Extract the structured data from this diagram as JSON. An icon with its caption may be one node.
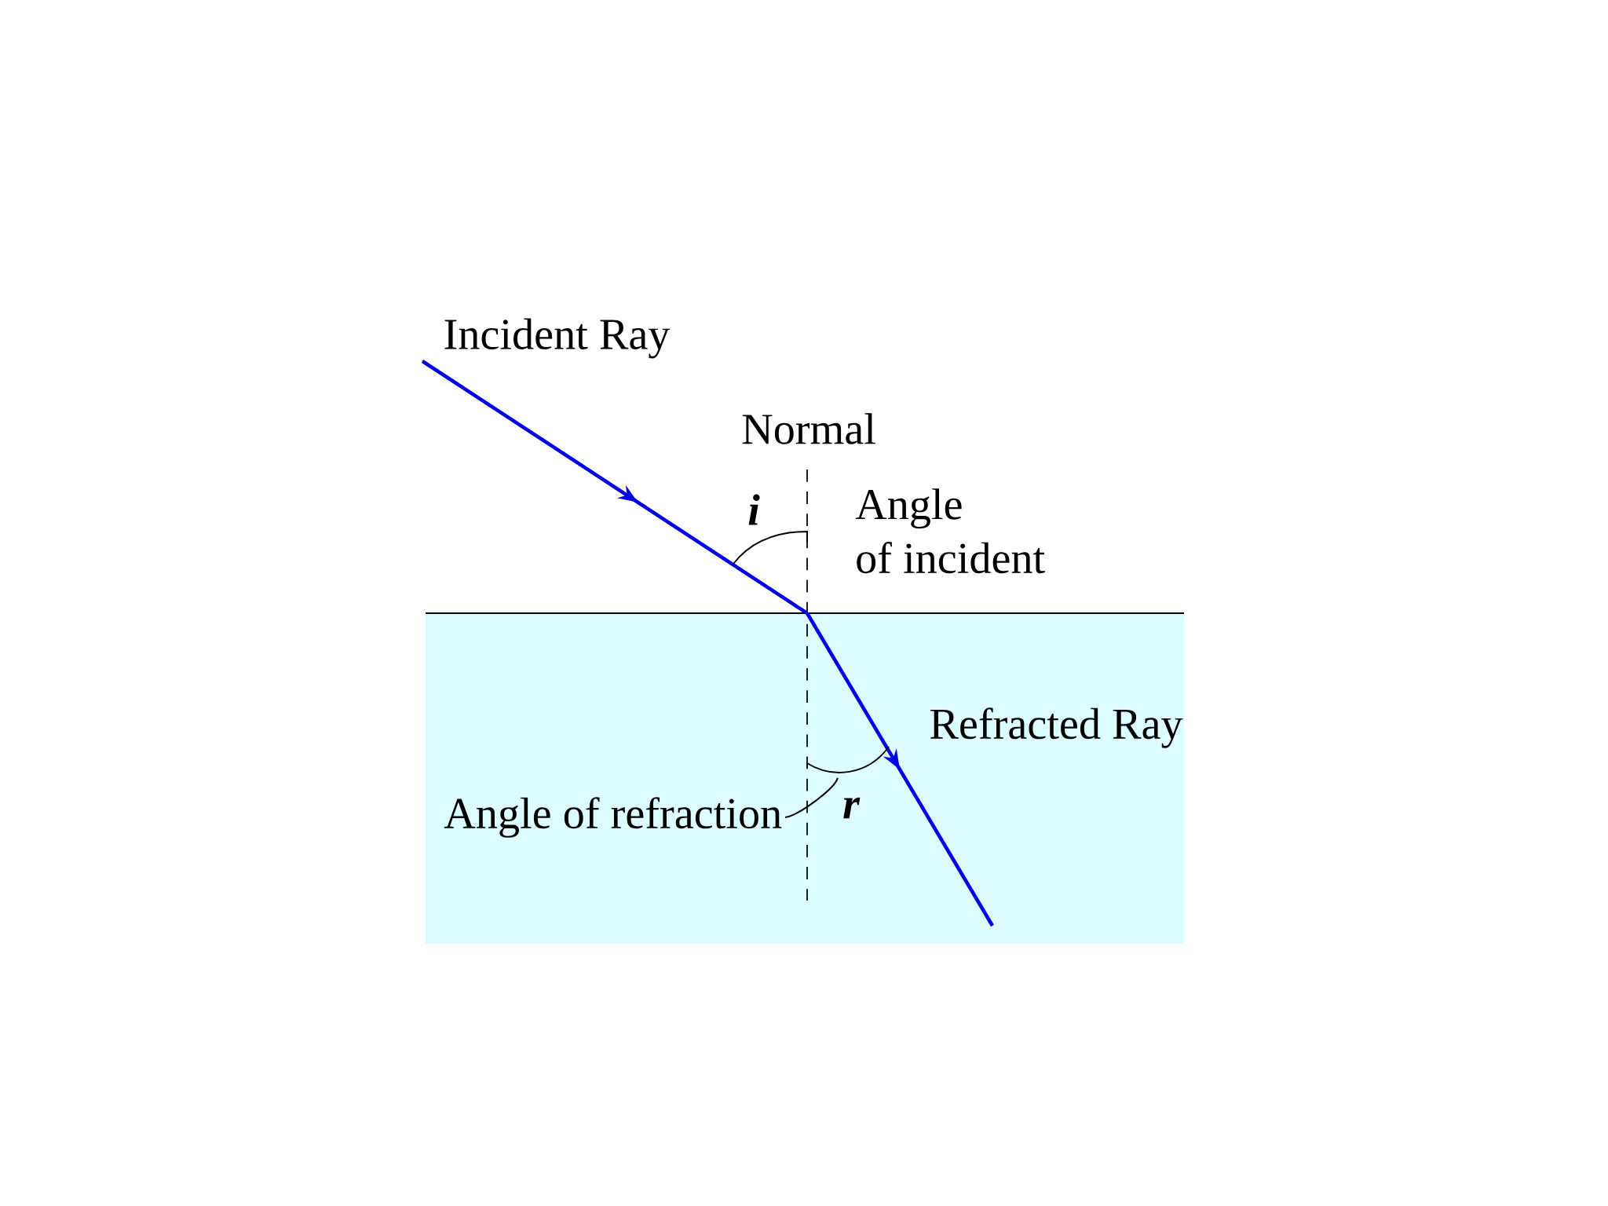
{
  "diagram": {
    "nodes": [
      {
        "text": [
          "Angle of refraction"
        ]
      },
      {
        "text": [],
        "shape": "arc"
      }
    ],
    "edges": [
      {
        "from": 0,
        "to": 1,
        "arrow": "none"
      }
    ],
    "labels": [
      "Incident Ray",
      "Normal",
      "i",
      "Angle of incident",
      "Refracted Ray",
      "r"
    ]
  }
}
